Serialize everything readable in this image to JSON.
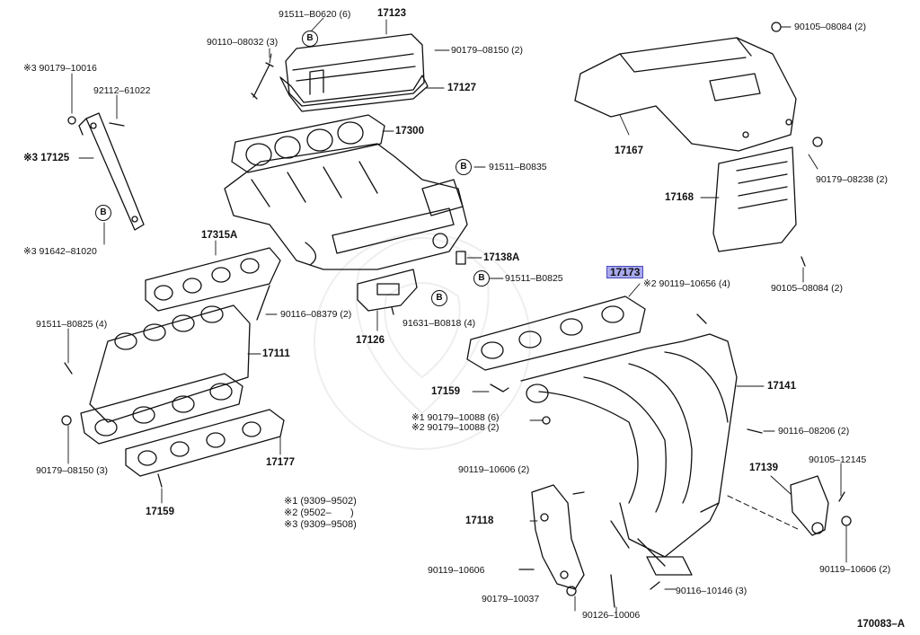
{
  "labels": [
    {
      "id": "91511-b0620",
      "text": "91511–B0620 (6)"
    },
    {
      "id": "17123",
      "text": "17123"
    },
    {
      "id": "90110-08032",
      "text": "90110–08032 (3)"
    },
    {
      "id": "90179-08150-top",
      "text": "90179–08150 (2)"
    },
    {
      "id": "17127",
      "text": "17127"
    },
    {
      "id": "17300",
      "text": "17300"
    },
    {
      "id": "s3-90179-10016",
      "text": "※3 90179–10016"
    },
    {
      "id": "92112-61022",
      "text": "92112–61022"
    },
    {
      "id": "s3-17125",
      "text": "※3 17125"
    },
    {
      "id": "s3-91642-81020",
      "text": "※3 91642–81020"
    },
    {
      "id": "91511-b0835",
      "text": "91511–B0835"
    },
    {
      "id": "17138a",
      "text": "17138A"
    },
    {
      "id": "91511-b0825",
      "text": "91511–B0825"
    },
    {
      "id": "17315a",
      "text": "17315A"
    },
    {
      "id": "90116-08379",
      "text": "90116–08379 (2)"
    },
    {
      "id": "91511-80825",
      "text": "91511–80825 (4)"
    },
    {
      "id": "17111",
      "text": "17111"
    },
    {
      "id": "91631-b0818",
      "text": "91631–B0818 (4)"
    },
    {
      "id": "17126",
      "text": "17126"
    },
    {
      "id": "90179-08150-left",
      "text": "90179–08150 (3)"
    },
    {
      "id": "17177",
      "text": "17177"
    },
    {
      "id": "17159-left",
      "text": "17159"
    },
    {
      "id": "90105-08084-top",
      "text": "90105–08084 (2)"
    },
    {
      "id": "17167",
      "text": "17167"
    },
    {
      "id": "90179-08238",
      "text": "90179–08238 (2)"
    },
    {
      "id": "17168",
      "text": "17168"
    },
    {
      "id": "90105-08084-mid",
      "text": "90105–08084 (2)"
    },
    {
      "id": "17173",
      "text": "17173"
    },
    {
      "id": "s2-90119-10656",
      "text": "※2 90119–10656 (4)"
    },
    {
      "id": "17141",
      "text": "17141"
    },
    {
      "id": "17159-mid",
      "text": "17159"
    },
    {
      "id": "s1-90179-10088",
      "text": "※1 90179–10088 (6)"
    },
    {
      "id": "s2-90179-10088",
      "text": "※2 90179–10088 (2)"
    },
    {
      "id": "90116-08206",
      "text": "90116–08206 (2)"
    },
    {
      "id": "90119-10606-a",
      "text": "90119–10606 (2)"
    },
    {
      "id": "17139",
      "text": "17139"
    },
    {
      "id": "90105-12145",
      "text": "90105–12145"
    },
    {
      "id": "17118",
      "text": "17118"
    },
    {
      "id": "90119-10606-b",
      "text": "90119–10606"
    },
    {
      "id": "90119-10606-c",
      "text": "90119–10606 (2)"
    },
    {
      "id": "90179-10037",
      "text": "90179–10037"
    },
    {
      "id": "90116-10146",
      "text": "90116–10146 (3)"
    },
    {
      "id": "90126-10006",
      "text": "90126–10006"
    },
    {
      "id": "diagram-code",
      "text": "170083–A"
    }
  ],
  "b_marks": {
    "letter": "B"
  },
  "notes": [
    "※1 (9309–9502)",
    "※2 (9502–       )",
    "※3 (9309–9508)"
  ],
  "highlight": {
    "part": "17173",
    "color": "#a9a9ee"
  }
}
